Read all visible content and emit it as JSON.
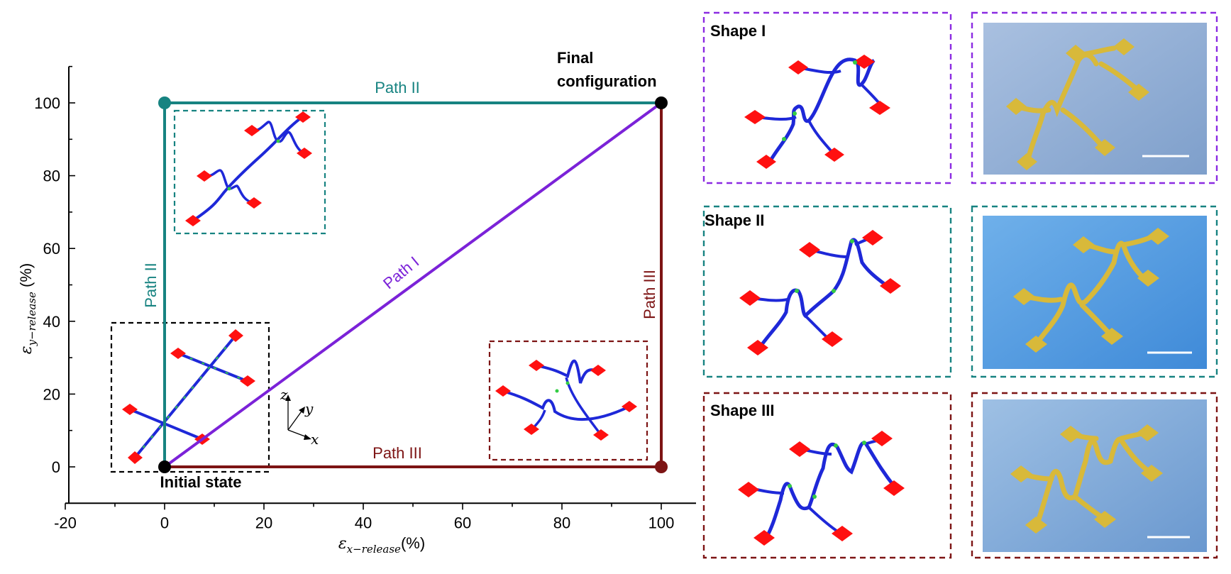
{
  "chart_data": {
    "type": "line",
    "xlabel": "ε_{x−release}(%)",
    "ylabel": "ε_{y−release} (%)",
    "xlim": [
      -20,
      107
    ],
    "ylim": [
      -10,
      110
    ],
    "xticks": [
      -20,
      0,
      20,
      40,
      60,
      80,
      100
    ],
    "yticks": [
      0,
      20,
      40,
      60,
      80,
      100
    ],
    "series": [
      {
        "name": "Path I",
        "color": "#7b22d8",
        "x": [
          0,
          100
        ],
        "y": [
          0,
          100
        ]
      },
      {
        "name": "Path II",
        "color": "#178381",
        "x": [
          0,
          0,
          100
        ],
        "y": [
          0,
          100,
          100
        ]
      },
      {
        "name": "Path III",
        "color": "#7d1414",
        "x": [
          0,
          100,
          100
        ],
        "y": [
          0,
          0,
          100
        ]
      }
    ],
    "points": [
      {
        "label": "Initial state",
        "x": 0,
        "y": 0,
        "color": "#000000"
      },
      {
        "label": "Final configuration",
        "x": 100,
        "y": 100,
        "color": "#000000"
      },
      {
        "label": "",
        "x": 0,
        "y": 100,
        "color": "#178381"
      },
      {
        "label": "",
        "x": 100,
        "y": 0,
        "color": "#7d1414"
      }
    ],
    "annotations": {
      "path1": "Path I",
      "path2_top": "Path II",
      "path2_left": "Path II",
      "path3_bottom": "Path III",
      "path3_right": "Path III",
      "initial": "Initial state",
      "final_1": "Final",
      "final_2": "configuration"
    },
    "axes_triad": {
      "z": "z",
      "y": "y",
      "x": "x"
    }
  },
  "panels": {
    "shape1": {
      "title": "Shape I",
      "border": "#8b2be2"
    },
    "shape2": {
      "title": "Shape II",
      "border": "#178381"
    },
    "shape3": {
      "title": "Shape III",
      "border": "#7d1414"
    }
  },
  "colors": {
    "ribbon": "#1e28d8",
    "pad": "#ff1010",
    "joint": "#33cc44",
    "gold": "#d8b93a",
    "photo_bg_1": "#8fb0d8",
    "photo_bg_2": "#5a9fe0",
    "photo_bg_3": "#80a8d4"
  }
}
